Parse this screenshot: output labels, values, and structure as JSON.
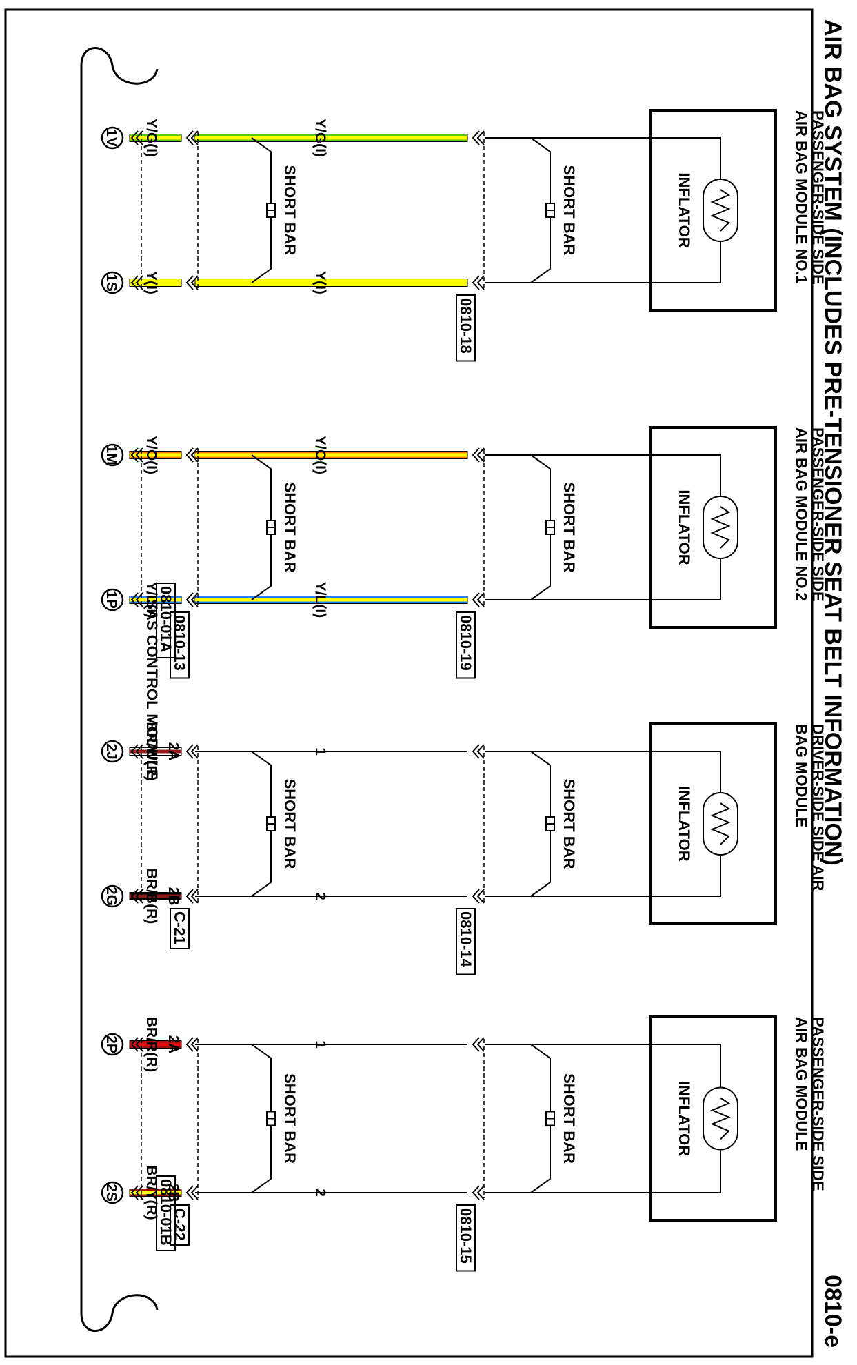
{
  "page": {
    "title": "AIR BAG SYSTEM (INCLUDES PRE-TENSIONER SEAT BELT INFORMATION)",
    "page_code": "0810-e"
  },
  "control_module": {
    "label": "SAS CONTROL MODULE",
    "connector_labels": [
      "0810-01A",
      "0810-01B"
    ]
  },
  "short_bar_label": "SHORT BAR",
  "inflator_label": "INFLATOR",
  "circuits": [
    {
      "name": "PASSENGER-SIDE SIDE AIR BAG MODULE NO.1",
      "name_lines": [
        "PASSENGER-SIDE SIDE",
        "AIR BAG MODULE NO.1"
      ],
      "module_connector": "0810-18",
      "intermediate_connector": "",
      "intermediate_pin_a": "",
      "intermediate_pin_b": "",
      "wires": [
        {
          "pin": "1V",
          "color_code": "Y/G(I)",
          "color_code_module": "Y/G(I)",
          "module_pin": "",
          "colors": [
            "#ffff00",
            "#5ac800"
          ]
        },
        {
          "pin": "1S",
          "color_code": "Y(I)",
          "color_code_module": "Y(I)",
          "module_pin": "",
          "colors": [
            "#ffff00"
          ]
        }
      ]
    },
    {
      "name": "PASSENGER-SIDE SIDE AIR BAG MODULE NO.2",
      "name_lines": [
        "PASSENGER-SIDE SIDE",
        "AIR BAG MODULE NO.2"
      ],
      "module_connector": "0810-19",
      "intermediate_connector": "0810-13",
      "intermediate_pin_a": "",
      "intermediate_pin_b": "",
      "wires": [
        {
          "pin": "1M",
          "color_code": "Y/O(I)",
          "color_code_module": "Y/O(I)",
          "module_pin": "",
          "colors": [
            "#ffff00",
            "#ff8000"
          ]
        },
        {
          "pin": "1P",
          "color_code": "Y/L(I)",
          "color_code_module": "Y/L(I)",
          "module_pin": "",
          "colors": [
            "#ffff00",
            "#2080ff"
          ]
        }
      ]
    },
    {
      "name": "DRIVER-SIDE SIDE AIR BAG MODULE",
      "name_lines": [
        "DRIVER-SIDE SIDE AIR",
        "BAG MODULE"
      ],
      "module_connector": "0810-14",
      "intermediate_connector": "C-21",
      "intermediate_pin_a": "2A",
      "intermediate_pin_b": "2B",
      "wires": [
        {
          "pin": "2J",
          "color_code": "BR/W(R)",
          "color_code_module": "",
          "module_pin": "1",
          "colors": [
            "#9a1b1b",
            "#ffffff"
          ]
        },
        {
          "pin": "2G",
          "color_code": "BR/B(R)",
          "color_code_module": "",
          "module_pin": "2",
          "colors": [
            "#8b1a1a",
            "#000000"
          ]
        }
      ]
    },
    {
      "name": "PASSENGER-SIDE SIDE AIR BAG MODULE",
      "name_lines": [
        "PASSENGER-SIDE SIDE",
        "AIR BAG MODULE"
      ],
      "module_connector": "0810-15",
      "intermediate_connector": "C-22",
      "intermediate_pin_a": "2A",
      "intermediate_pin_b": "2B",
      "wires": [
        {
          "pin": "2P",
          "color_code": "BR/R(R)",
          "color_code_module": "",
          "module_pin": "1",
          "colors": [
            "#e01010",
            "#a01010"
          ]
        },
        {
          "pin": "2S",
          "color_code": "BR/Y(R)",
          "color_code_module": "",
          "module_pin": "2",
          "colors": [
            "#ffff00",
            "#a01010"
          ]
        }
      ]
    }
  ],
  "colors": {
    "line": "#000000",
    "background": "#ffffff"
  }
}
